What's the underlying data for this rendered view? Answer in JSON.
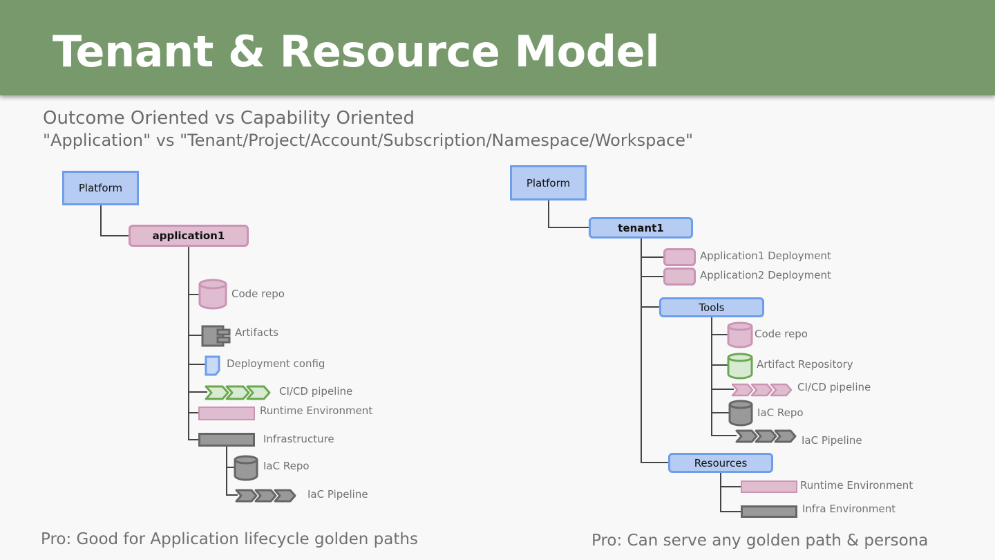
{
  "header": {
    "title": "Tenant & Resource Model"
  },
  "subtitle": {
    "line1": "Outcome Oriented  vs Capability Oriented",
    "line2": "\"Application\" vs \"Tenant/Project/Account/Subscription/Namespace/Workspace\""
  },
  "colors": {
    "header_bg": "#77996c",
    "blue_fill": "#b7ccf2",
    "blue_border": "#6d9eeb",
    "pink_fill": "#e0bcd0",
    "pink_border": "#cc94b4",
    "green_fill": "#d9ead3",
    "green_border": "#6aa84f",
    "gray_fill": "#999999",
    "gray_border": "#666666"
  },
  "left_tree": {
    "root": "Platform",
    "app": "application1",
    "items": {
      "code_repo": "Code repo",
      "artifacts": "Artifacts",
      "deploy_config": "Deployment config",
      "cicd": "CI/CD pipeline",
      "runtime": "Runtime Environment",
      "infra": "Infrastructure",
      "iac_repo": "IaC Repo",
      "iac_pipeline": "IaC Pipeline"
    },
    "pro": "Pro: Good for Application lifecycle golden paths"
  },
  "right_tree": {
    "root": "Platform",
    "tenant": "tenant1",
    "app1": "Application1 Deployment",
    "app2": "Application2 Deployment",
    "tools": "Tools",
    "tools_items": {
      "code_repo": "Code repo",
      "artifact_repo": "Artifact Repository",
      "cicd": "CI/CD pipeline",
      "iac_repo": "IaC Repo",
      "iac_pipeline": "IaC Pipeline"
    },
    "resources": "Resources",
    "resources_items": {
      "runtime": "Runtime Environment",
      "infra": "Infra Environment"
    },
    "pro": "Pro: Can serve any golden path  & persona"
  }
}
